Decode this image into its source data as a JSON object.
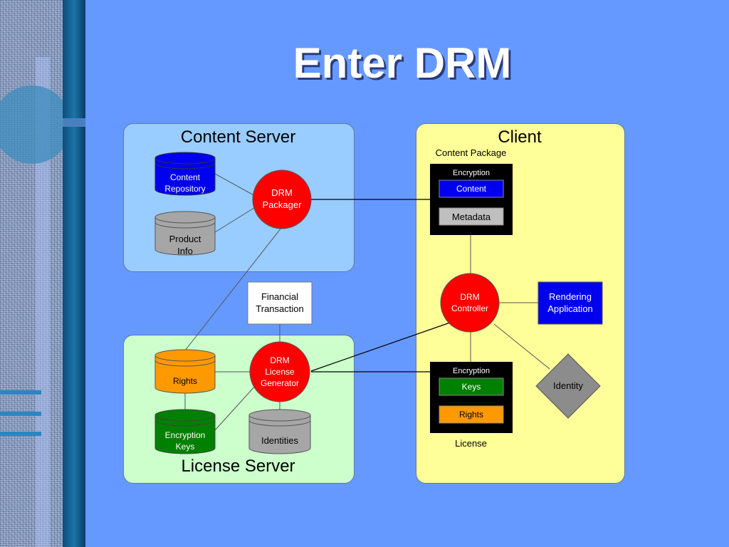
{
  "title": "Enter DRM",
  "panels": {
    "content_server": "Content Server",
    "client": "Client",
    "license_server": "License Server"
  },
  "labels": {
    "content_package": "Content Package",
    "license": "License"
  },
  "nodes": {
    "content_repository": [
      "Content",
      "Repository"
    ],
    "product_info": [
      "Product",
      "Info"
    ],
    "drm_packager": [
      "DRM",
      "Packager"
    ],
    "financial_transaction": [
      "Financial",
      "Transaction"
    ],
    "rights_db": [
      "Rights"
    ],
    "encryption_keys_db": [
      "Encryption",
      "Keys"
    ],
    "drm_license_generator": [
      "DRM",
      "License",
      "Generator"
    ],
    "identities": [
      "Identities"
    ],
    "package_encryption": "Encryption",
    "package_content": "Content",
    "package_metadata": "Metadata",
    "drm_controller": [
      "DRM",
      "Controller"
    ],
    "rendering_application": [
      "Rendering",
      "Application"
    ],
    "identity": "Identity",
    "license_encryption": "Encryption",
    "license_keys": "Keys",
    "license_rights": "Rights"
  },
  "colors": {
    "background": "#6699ff",
    "content_server_panel": "#99ccff",
    "client_panel": "#ffff99",
    "license_server_panel": "#ccffcc",
    "drm_red": "#ff0000",
    "blue": "#0000ee",
    "gray": "#a6a6a6",
    "orange": "#ff9900",
    "green": "#008000"
  }
}
